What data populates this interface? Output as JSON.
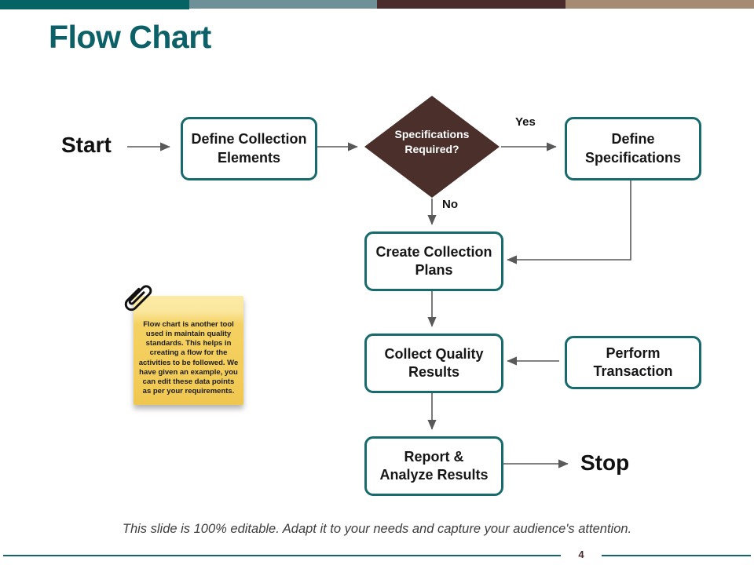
{
  "slide": {
    "title": "Flow Chart",
    "footer_text": "This slide is 100% editable. Adapt it to your needs and capture your audience's attention.",
    "page_number": "4"
  },
  "top_bar": {
    "segment_colors": [
      "#056363",
      "#6e9199",
      "#4a2c2c",
      "#a68b72"
    ]
  },
  "flowchart": {
    "start_label": "Start",
    "stop_label": "Stop",
    "edge_labels": {
      "yes": "Yes",
      "no": "No"
    },
    "nodes": [
      {
        "id": "define-collection-elements",
        "type": "process",
        "label": "Define Collection Elements"
      },
      {
        "id": "specifications-required",
        "type": "decision",
        "label": "Specifications Required?"
      },
      {
        "id": "define-specifications",
        "type": "process",
        "label": "Define Specifications"
      },
      {
        "id": "create-collection-plans",
        "type": "process",
        "label": "Create Collection Plans"
      },
      {
        "id": "collect-quality-results",
        "type": "process",
        "label": "Collect Quality Results"
      },
      {
        "id": "perform-transaction",
        "type": "process",
        "label": "Perform Transaction"
      },
      {
        "id": "report-analyze-results",
        "type": "process",
        "label": "Report & Analyze Results"
      }
    ]
  },
  "note": {
    "text": "Flow chart is another tool used in maintain quality standards.  This helps in creating a flow for the activities to be followed. We have given an example, you can edit these data points as per your requirements."
  },
  "colors": {
    "title_teal": "#0b6167",
    "box_border_teal": "#176a6e",
    "diamond_fill": "#4a2f2b",
    "arrow_gray": "#595959",
    "note_yellow": "#f3cd5b",
    "page_number_maroon": "#4a2c2c",
    "bottom_line_teal": "#11656b"
  }
}
